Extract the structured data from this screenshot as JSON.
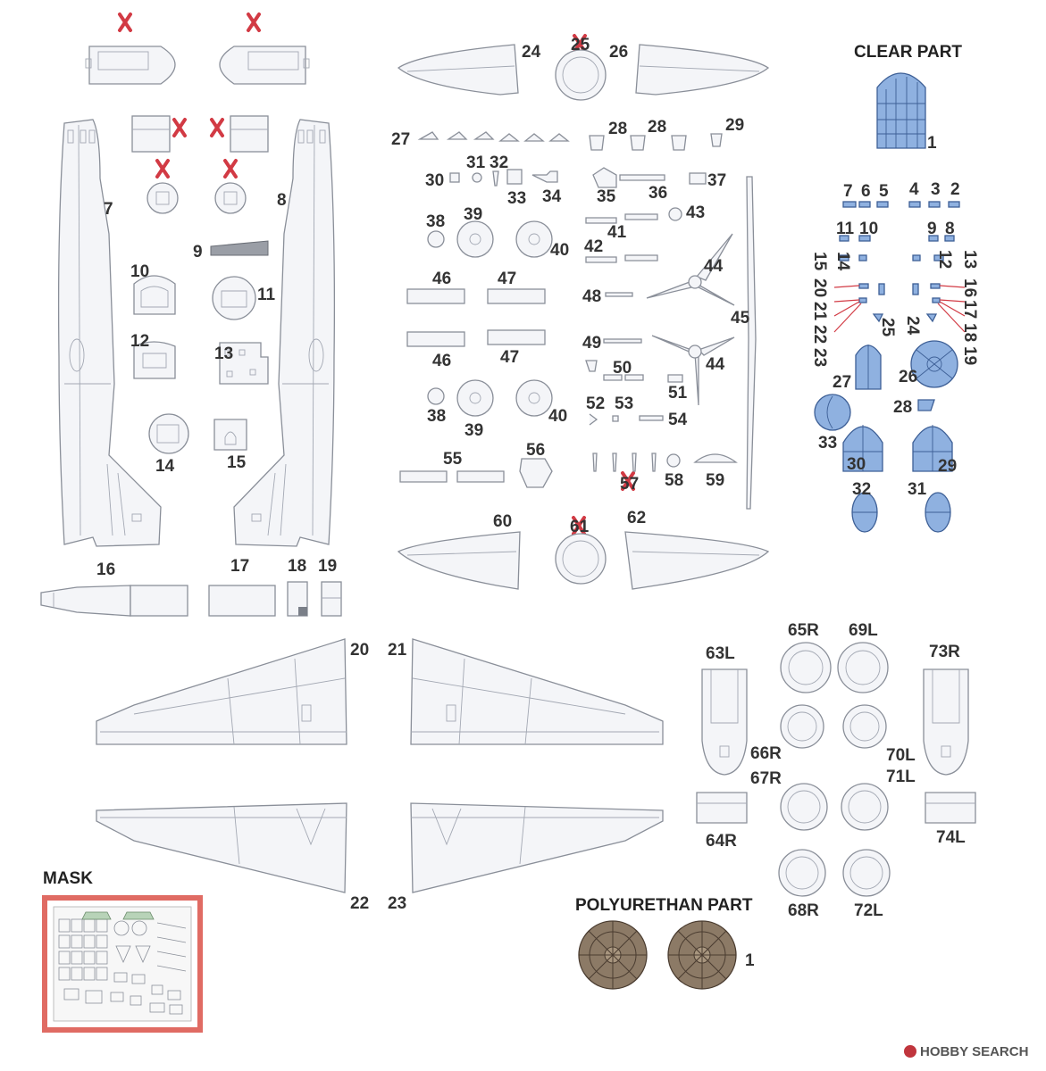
{
  "headers": {
    "clear_part": "CLEAR PART",
    "mask": "MASK",
    "polyurethan_part": "POLYURETHAN PART"
  },
  "watermark": "HOBBY SEARCH",
  "colors": {
    "plastic_fill": "#f4f5f8",
    "plastic_outline": "#8a8f99",
    "clear_fill": "#8fb1e0",
    "clear_outline": "#3d5f96",
    "polyurethan_fill": "#8c7a66",
    "not_used_mark": "#d23a44",
    "mask_border": "#e06b63"
  },
  "plastic_labels": [
    "24",
    "25",
    "26",
    "27",
    "28",
    "28",
    "29",
    "30",
    "31",
    "32",
    "33",
    "34",
    "35",
    "36",
    "37",
    "38",
    "39",
    "40",
    "41",
    "42",
    "43",
    "44",
    "45",
    "46",
    "47",
    "48",
    "49",
    "50",
    "51",
    "52",
    "53",
    "54",
    "46",
    "47",
    "38",
    "39",
    "40",
    "44",
    "55",
    "56",
    "57",
    "58",
    "59",
    "60",
    "61",
    "62",
    "7",
    "8",
    "9",
    "10",
    "11",
    "12",
    "13",
    "14",
    "15",
    "16",
    "17",
    "18",
    "19",
    "20",
    "21",
    "22",
    "23",
    "63L",
    "64R",
    "65R",
    "69L",
    "66R",
    "67R",
    "70L",
    "71L",
    "68R",
    "72L",
    "73R",
    "74L"
  ],
  "polyurethan_labels": [
    "1"
  ],
  "clear_labels": [
    "1",
    "7",
    "6",
    "5",
    "4",
    "3",
    "2",
    "11",
    "10",
    "9",
    "8",
    "14",
    "12",
    "15",
    "13",
    "20",
    "16",
    "21",
    "17",
    "22",
    "18",
    "23",
    "19",
    "25",
    "24",
    "27",
    "26",
    "28",
    "33",
    "30",
    "29",
    "32",
    "31"
  ],
  "not_used_mark": "X"
}
